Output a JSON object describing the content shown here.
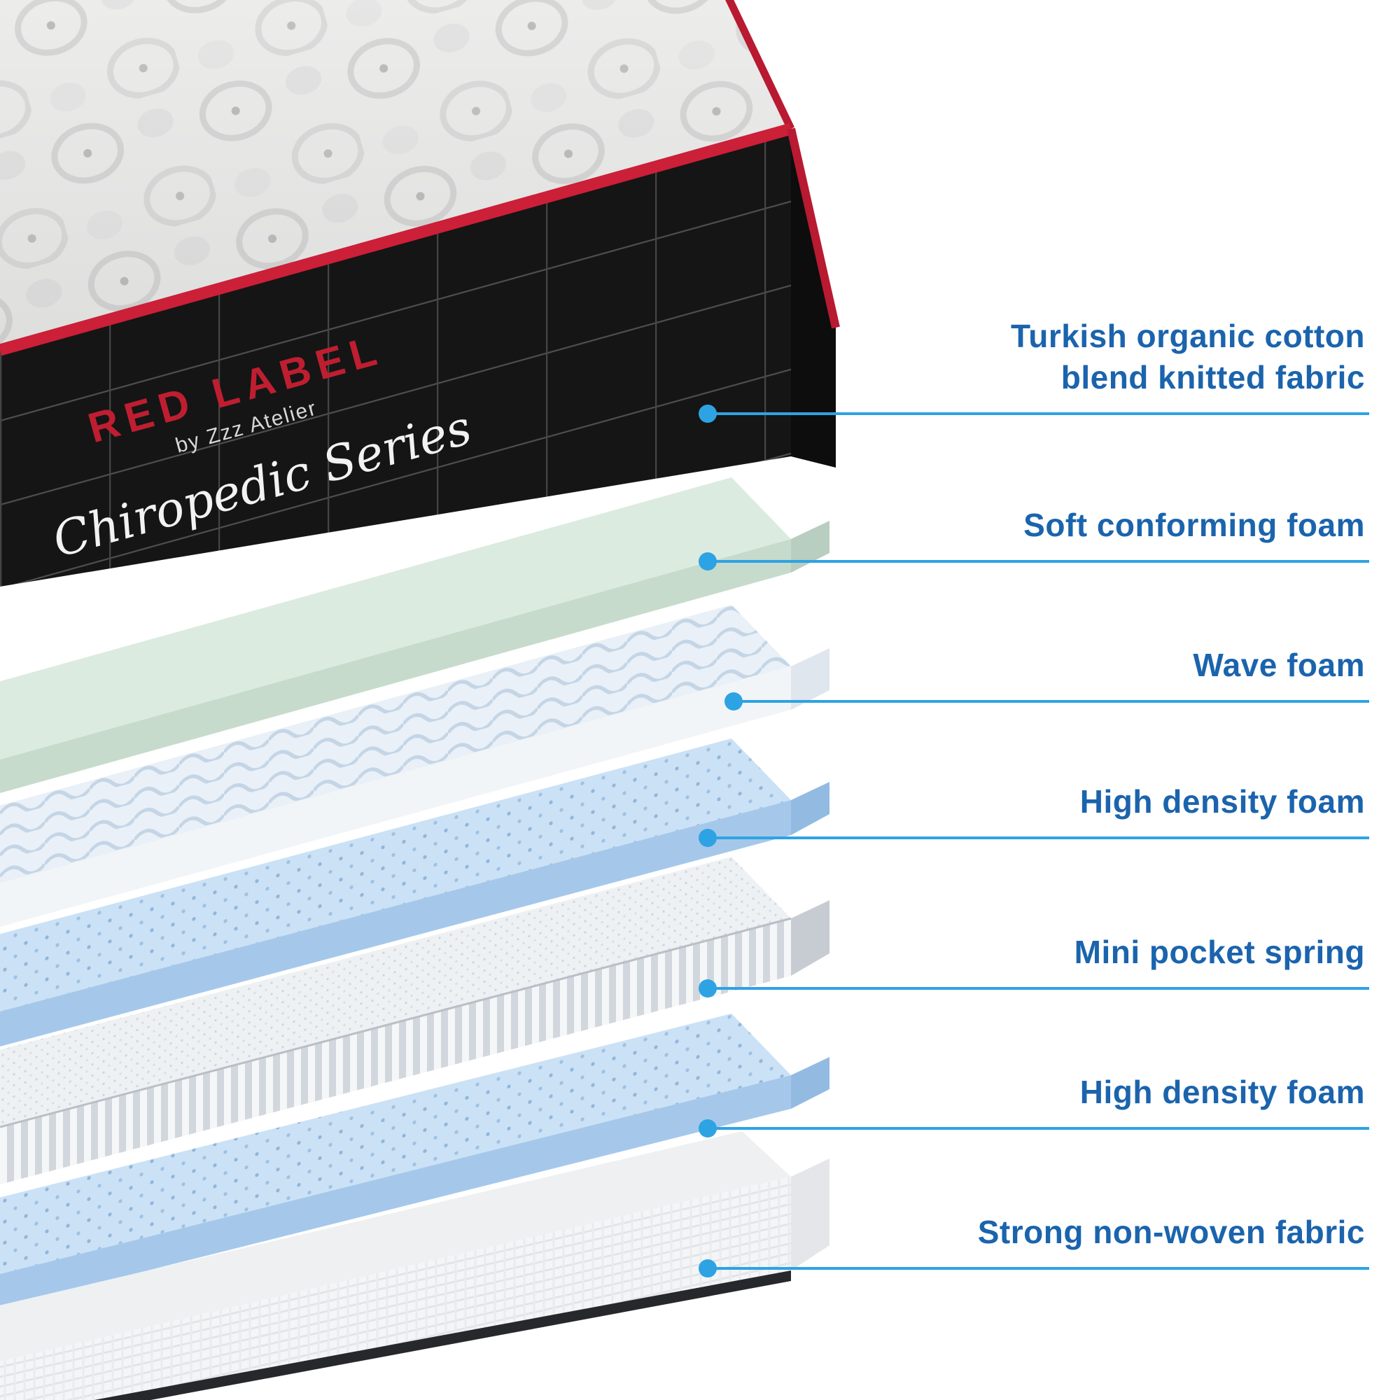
{
  "brand": {
    "name": "RED LABEL",
    "byline": "by Zzz Atelier",
    "series": "Chiropedic Series"
  },
  "callouts": [
    {
      "id": "turkish-cotton",
      "label": "Turkish organic cotton\nblend knitted fabric"
    },
    {
      "id": "soft-foam",
      "label": "Soft conforming foam"
    },
    {
      "id": "wave-foam",
      "label": "Wave foam"
    },
    {
      "id": "hd-foam-upper",
      "label": "High density foam"
    },
    {
      "id": "pocket-spring",
      "label": "Mini pocket spring"
    },
    {
      "id": "hd-foam-lower",
      "label": "High density foam"
    },
    {
      "id": "non-woven-fabric",
      "label": "Strong non-woven fabric"
    }
  ],
  "colors": {
    "label_text": "#1b64ad",
    "callout_line": "#2ea3e3",
    "trim_red": "#c8102e",
    "brand_red": "#bf1e31"
  }
}
